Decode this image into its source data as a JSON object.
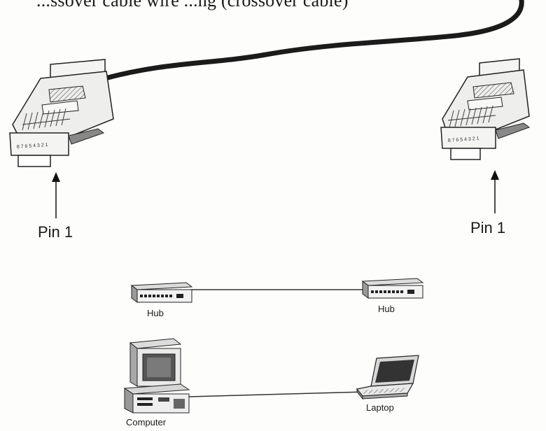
{
  "title": "...ssover cable wire ...ng (crossover cable)",
  "connectors": [
    {
      "pin_label": "Pin 1",
      "pin_numbers": "8 7 6 5 4 3 2 1"
    },
    {
      "pin_label": "Pin 1",
      "pin_numbers": "8 7 6 5 4 3 2 1"
    }
  ],
  "connections": [
    {
      "left": {
        "icon": "hub-icon",
        "label": "Hub"
      },
      "right": {
        "icon": "hub-icon",
        "label": "Hub"
      }
    },
    {
      "left": {
        "icon": "computer-icon",
        "label": "Computer"
      },
      "right": {
        "icon": "laptop-icon",
        "label": "Laptop"
      }
    }
  ]
}
